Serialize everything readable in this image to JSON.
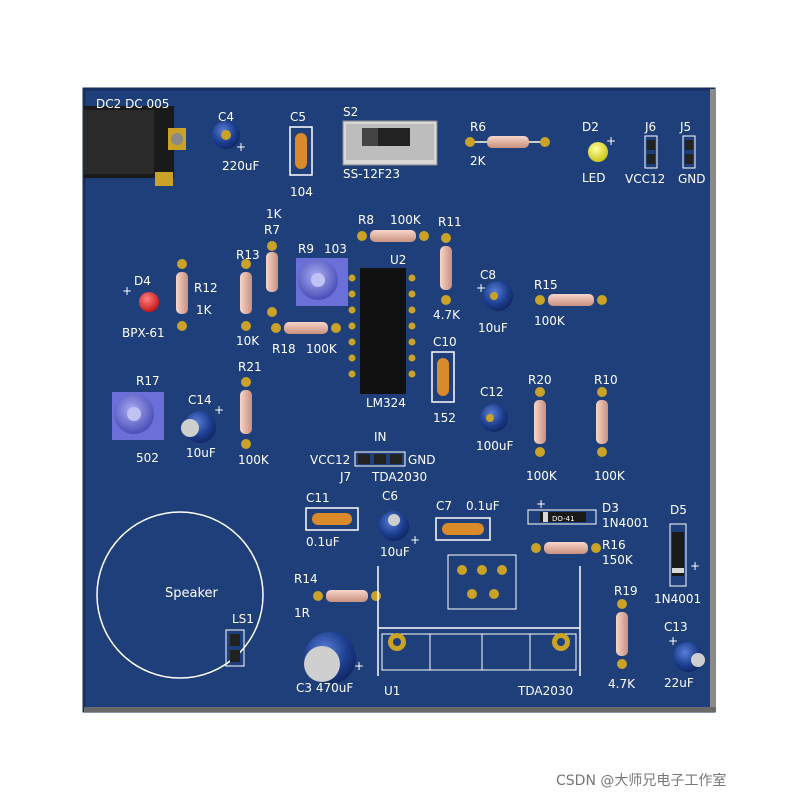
{
  "colors": {
    "board": "#1f3f7a",
    "board_edge": "#16305f",
    "silk": "#ffffff",
    "resistor_body": "#e8b8a8",
    "cap_ceramic": "#d98a2b",
    "cap_electrolytic": "#1d3f8f",
    "pad": "#c9a227",
    "ic_body": "#111111",
    "pot": "#6b6fd8",
    "led_red": "#e02020",
    "led_yellow": "#e8e020"
  },
  "labels": {
    "dc2": "DC2 DC 005",
    "c4": "C4",
    "c4_val": "220uF",
    "c5": "C5",
    "c5_val": "104",
    "s2": "S2",
    "s2_val": "SS-12F23",
    "r6": "R6",
    "r6_val": "2K",
    "d2": "D2",
    "d2_val": "LED",
    "j6": "J6",
    "j6_val": "VCC12",
    "j5": "J5",
    "j5_val": "GND",
    "r7_val": "1K",
    "r7": "R7",
    "r8": "R8",
    "r8_val": "100K",
    "r11": "R11",
    "r11_val": "4.7K",
    "u2": "U2",
    "u2_val": "LM324",
    "r13": "R13",
    "r13_val": "10K",
    "r9": "R9",
    "r9_val": "103",
    "d4": "D4",
    "d4_val": "BPX-61",
    "r12": "R12",
    "r12_val": "1K",
    "c8": "C8",
    "c8_val": "10uF",
    "r15": "R15",
    "r15_val": "100K",
    "r18": "R18",
    "r18_val": "100K",
    "c10": "C10",
    "c10_val": "152",
    "r21": "R21",
    "r21_val": "100K",
    "r17": "R17",
    "r17_val": "502",
    "c14": "C14",
    "c14_val": "10uF",
    "c12": "C12",
    "c12_val": "100uF",
    "r20": "R20",
    "r20_val": "100K",
    "r10": "R10",
    "r10_val": "100K",
    "in": "IN",
    "vcc12": "VCC12",
    "gnd": "GND",
    "j7": "J7",
    "j7_val": "TDA2030",
    "c11": "C11",
    "c11_val": "0.1uF",
    "c6": "C6",
    "c6_val": "10uF",
    "c7": "C7",
    "c7_val": "0.1uF",
    "d3": "D3",
    "d3_val": "1N4001",
    "d5": "D5",
    "d5_val": "1N4001",
    "r16": "R16",
    "r16_val": "150K",
    "speaker": "Speaker",
    "ls1": "LS1",
    "r14": "R14",
    "r14_val": "1R",
    "c3_val": "C3 470uF",
    "u1": "U1",
    "u1_val": "TDA2030",
    "r19": "R19",
    "r19_val": "4.7K",
    "c13": "C13",
    "c13_val": "22uF",
    "plus": "+",
    "diode_mark": "DO-41"
  },
  "watermark": "CSDN @大师兄电子工作室"
}
